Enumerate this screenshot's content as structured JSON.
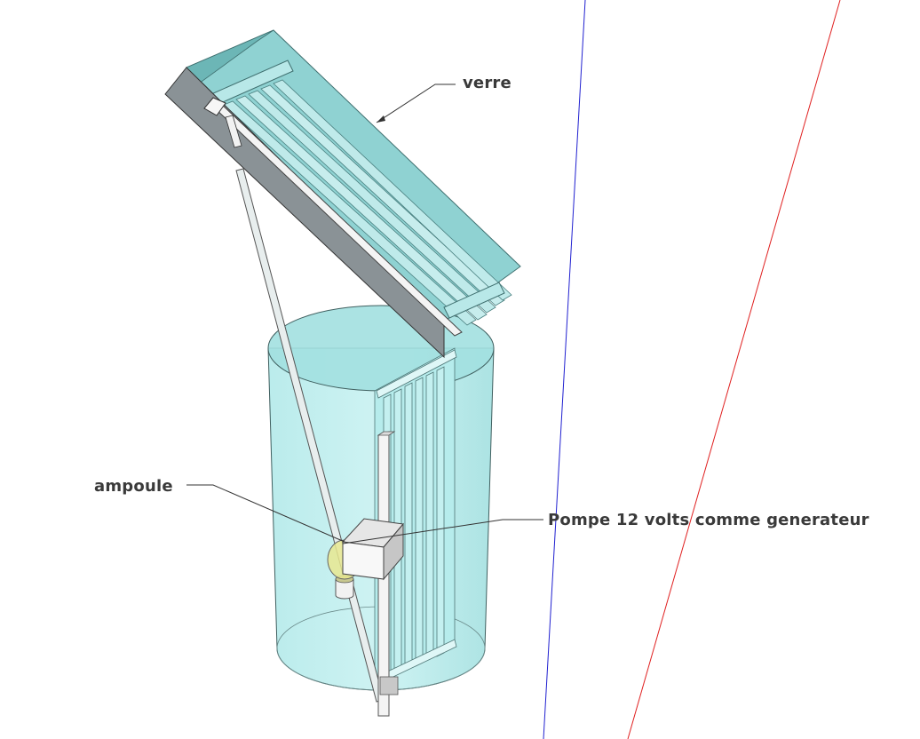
{
  "labels": {
    "verre": "verre",
    "ampoule": "ampoule",
    "pompe": "Pompe 12 volts comme generateur"
  },
  "colors": {
    "background": "#ffffff",
    "glass_tank": "#a8e6e6",
    "panel_glass": "#8fd2d2",
    "panel_frame": "#8a9296",
    "bulb": "#e8e890",
    "axis_blue": "#2020d0",
    "axis_red": "#e02020",
    "label_text": "#3a3a3a"
  }
}
